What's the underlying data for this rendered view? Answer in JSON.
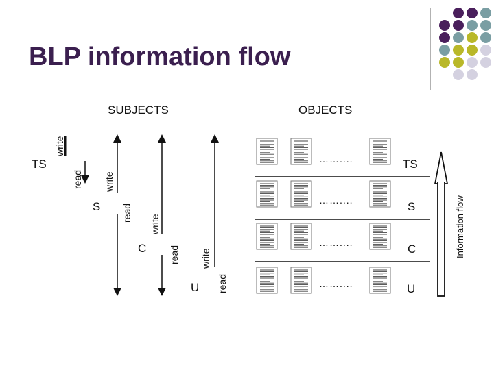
{
  "slide": {
    "title": "BLP information flow"
  },
  "headings": {
    "subjects": "SUBJECTS",
    "objects": "OBJECTS"
  },
  "subjects": [
    {
      "level": "TS",
      "read": "read",
      "write": "write"
    },
    {
      "level": "S",
      "read": "read",
      "write": "write"
    },
    {
      "level": "C",
      "read": "read",
      "write": "write"
    },
    {
      "level": "U",
      "read": "read",
      "write": "write"
    }
  ],
  "objects": [
    {
      "level": "TS",
      "ellipsis": "……...."
    },
    {
      "level": "S",
      "ellipsis": "……...."
    },
    {
      "level": "C",
      "ellipsis": "……...."
    },
    {
      "level": "U",
      "ellipsis": "……...."
    }
  ],
  "information_flow_label": "Information flow",
  "decoration": {
    "dot_colors": [
      "#4a1f5c",
      "#7a9ea3",
      "#b9b829",
      "#d4d1e0"
    ]
  }
}
